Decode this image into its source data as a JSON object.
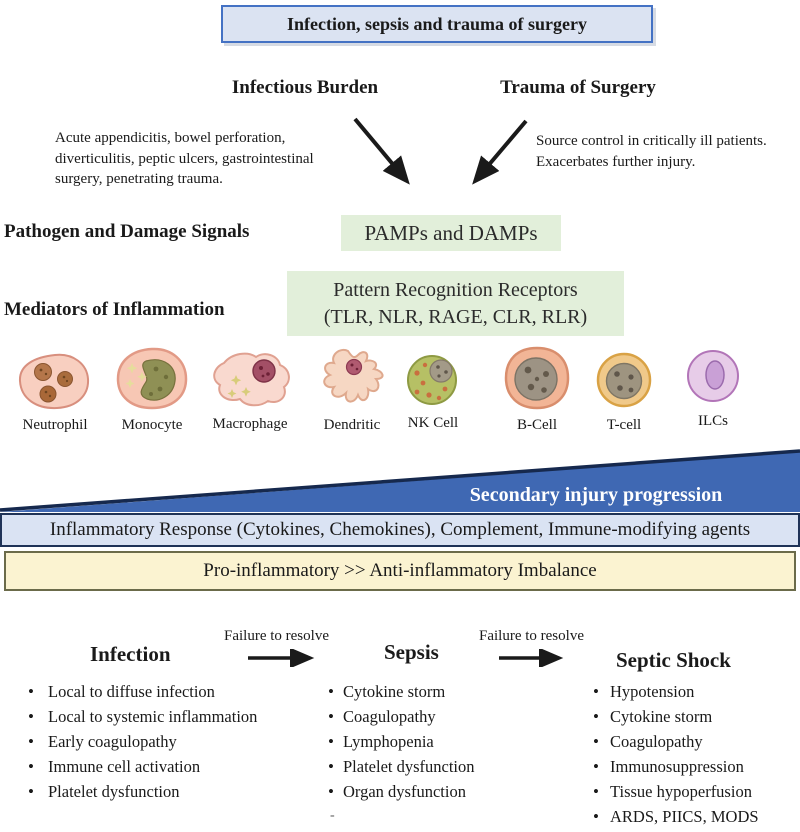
{
  "header": {
    "title": "Infection, sepsis and trauma of surgery"
  },
  "sources": {
    "infectious": {
      "heading": "Infectious Burden",
      "description": "Acute appendicitis, bowel perforation, diverticulitis, peptic ulcers, gastrointestinal surgery, penetrating trauma."
    },
    "trauma": {
      "heading": "Trauma of Surgery",
      "description": "Source control in critically ill patients. Exacerbates further injury."
    }
  },
  "signals_row": {
    "label": "Pathogen and Damage Signals",
    "box_text": "PAMPs and DAMPs"
  },
  "mediators_row": {
    "label": "Mediators of Inflammation",
    "box_line1": "Pattern Recognition Receptors",
    "box_line2": "(TLR, NLR, RAGE, CLR, RLR)"
  },
  "immune_cells": [
    {
      "name": "Neutrophil"
    },
    {
      "name": "Monocyte"
    },
    {
      "name": "Macrophage"
    },
    {
      "name": "Dendritic"
    },
    {
      "name": "NK Cell"
    },
    {
      "name": "B-Cell"
    },
    {
      "name": "T-cell"
    },
    {
      "name": "ILCs"
    }
  ],
  "wedge": {
    "label": "Secondary injury progression"
  },
  "bars": {
    "inflammatory_response": "Inflammatory Response (Cytokines, Chemokines), Complement, Immune-modifying agents",
    "imbalance": "Pro-inflammatory >> Anti-inflammatory Imbalance"
  },
  "progression": {
    "transition_label_1": "Failure to resolve",
    "transition_label_2": "Failure to resolve",
    "stages": [
      {
        "heading": "Infection",
        "items": [
          "Local to diffuse infection",
          "Local to systemic inflammation",
          "Early coagulopathy",
          "Immune cell activation",
          "Platelet dysfunction"
        ]
      },
      {
        "heading": "Sepsis",
        "items": [
          "Cytokine storm",
          "Coagulopathy",
          "Lymphopenia",
          "Platelet dysfunction",
          "Organ dysfunction"
        ],
        "footnote": "-"
      },
      {
        "heading": "Septic Shock",
        "items": [
          "Hypotension",
          "Cytokine storm",
          "Coagulopathy",
          "Immunosuppression",
          "Tissue hypoperfusion",
          "ARDS, PIICS, MODS"
        ]
      }
    ]
  },
  "colors": {
    "title_box_fill": "#dbe3f2",
    "title_box_border": "#4472c4",
    "green_box_fill": "#e2efda",
    "wedge_fill": "#3f68b3",
    "wedge_edge": "#16294e",
    "response_bar_fill": "#dae3f3",
    "response_bar_border": "#1f3357",
    "imbalance_bar_fill": "#fbf3d1",
    "imbalance_bar_border": "#6b6b4a"
  }
}
